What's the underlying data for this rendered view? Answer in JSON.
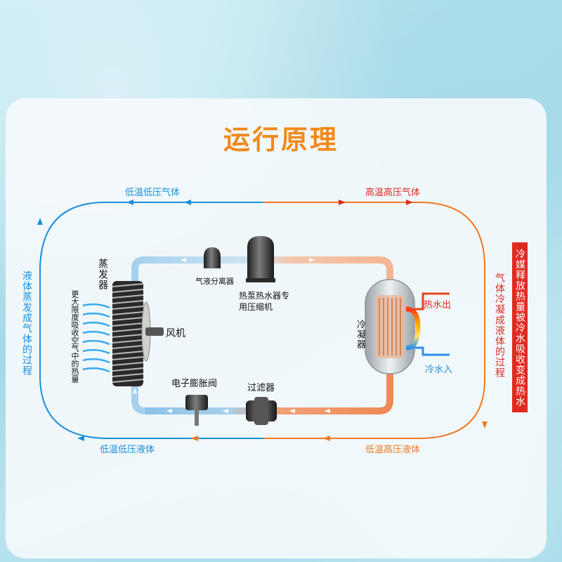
{
  "title": "运行原理",
  "cycle_labels": {
    "low_temp_low_pressure_gas": "低温低压气体",
    "high_temp_high_pressure_gas": "高温高压气体",
    "low_temp_low_pressure_liquid": "低温低压液体",
    "low_temp_high_pressure_liquid": "低温高压液体",
    "liquid_evaporates": "液体蒸发成气体的过程",
    "gas_condenses": "气体冷凝成液体的过程",
    "refrigerant_release": "冷媒释放热量被冷水吸收变成热水"
  },
  "components": {
    "evaporator": "蒸发器",
    "evaporator_note": "更大限度吸收空气中的热量",
    "fan": "风机",
    "separator": "气液分离器",
    "compressor": "热泵热水器专用压缩机",
    "condenser": "冷凝器",
    "hot_water_out": "热水出",
    "cold_water_in": "冷水入",
    "expansion_valve": "电子膨胀阀",
    "filter": "过滤器"
  },
  "colors": {
    "title": "#f08a1c",
    "cold_flow": "#1c8fd9",
    "hot_flow": "#f07a22",
    "highlight_red": "#e02a20"
  }
}
